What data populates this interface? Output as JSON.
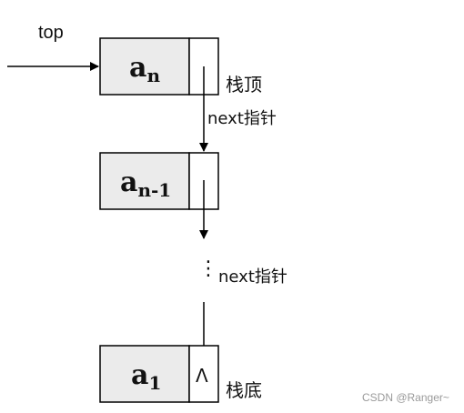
{
  "diagram": {
    "pointer_label": "top",
    "nodes": [
      {
        "base": "a",
        "sub": "n"
      },
      {
        "base": "a",
        "sub": "n-1"
      },
      {
        "base": "a",
        "sub": "1"
      }
    ],
    "top_label": "栈顶",
    "bottom_label": "栈底",
    "next_label_1": "next指针",
    "next_label_2": "next指针",
    "null_symbol": "Λ",
    "ellipsis": "⋮"
  },
  "watermark": "CSDN @Ranger~",
  "colors": {
    "node_fill": "#ebebeb",
    "stroke": "#000000",
    "text": "#111111",
    "watermark": "#9a9a9a"
  }
}
